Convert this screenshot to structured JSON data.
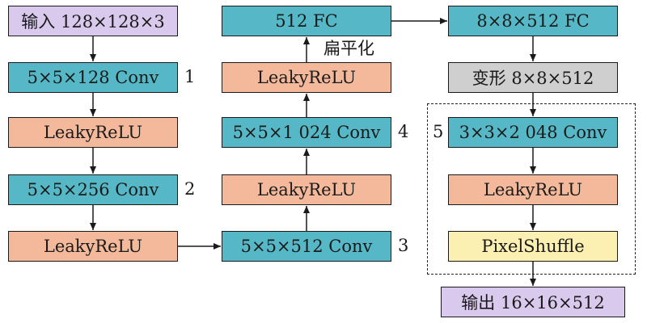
{
  "col1": {
    "input": "输入 128×128×3",
    "conv1": "5×5×128 Conv",
    "relu1": "LeakyReLU",
    "conv2": "5×5×256 Conv",
    "relu2": "LeakyReLU"
  },
  "col2": {
    "fc": "512 FC",
    "flatten_label": "扁平化",
    "relu4": "LeakyReLU",
    "conv4": "5×5×1 024 Conv",
    "relu3": "LeakyReLU",
    "conv3": "5×5×512 Conv"
  },
  "col3": {
    "fc": "8×8×512 FC",
    "reshape": "变形 8×8×512",
    "conv5": "3×3×2 048 Conv",
    "relu5": "LeakyReLU",
    "shuffle": "PixelShuffle",
    "output": "输出 16×16×512"
  },
  "numbers": {
    "n1": "1",
    "n2": "2",
    "n3": "3",
    "n4": "4",
    "n5": "5"
  },
  "colors": {
    "conv": "#56b8c6",
    "relu": "#f4b99a",
    "io": "#d9c9ec",
    "reshape": "#cfcfcf",
    "shuffle": "#fbefb2"
  }
}
